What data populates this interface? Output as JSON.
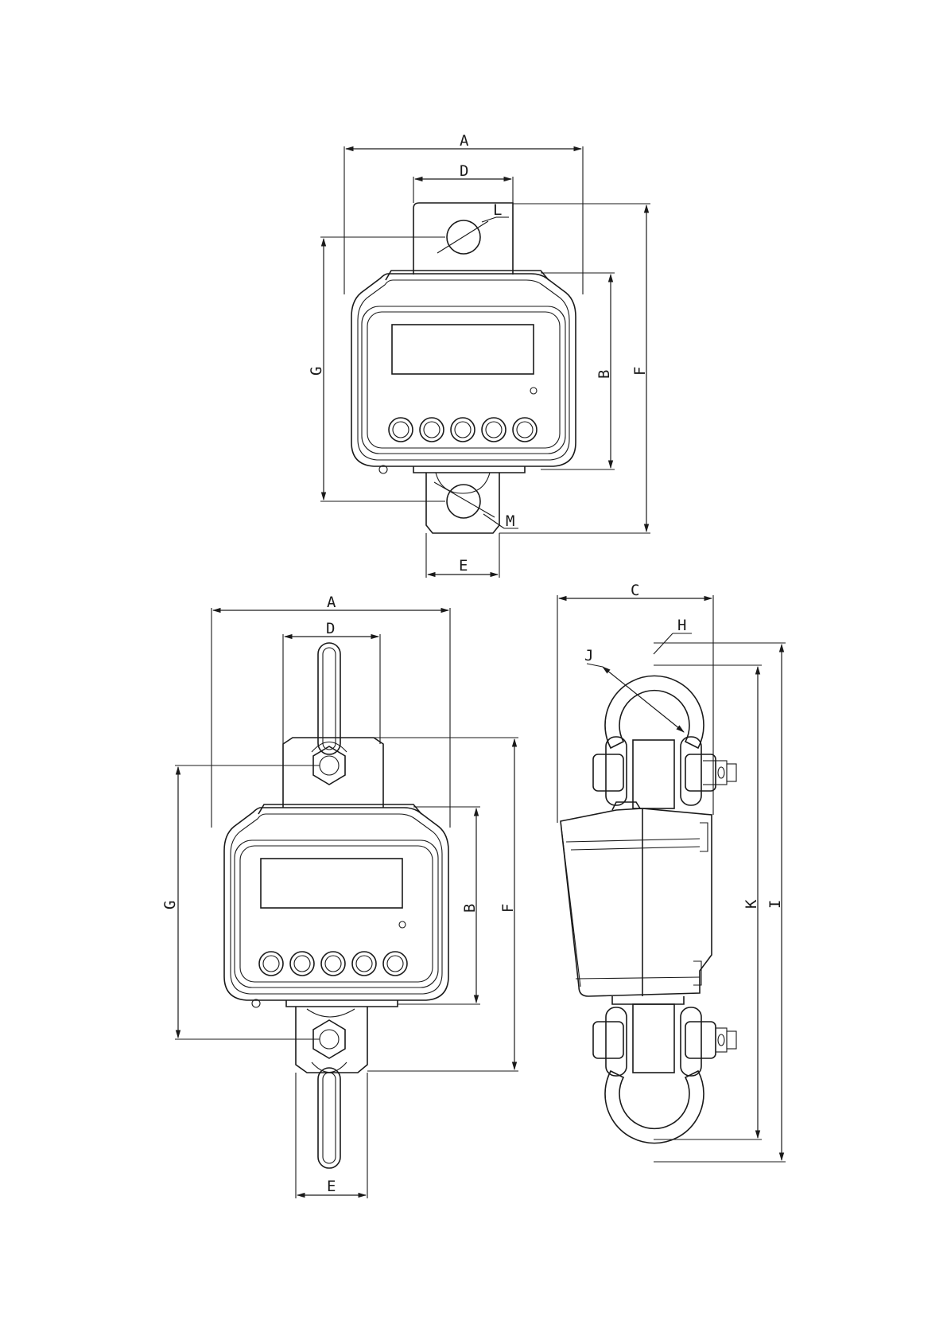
{
  "colors": {
    "line": "#1a1a1a",
    "background": "#ffffff"
  },
  "views": {
    "top": {
      "labels": {
        "A": "A",
        "D": "D",
        "L": "L",
        "G": "G",
        "B": "B",
        "F": "F",
        "M": "M",
        "E": "E"
      },
      "button_count": 5
    },
    "front": {
      "labels": {
        "A": "A",
        "D": "D",
        "G": "G",
        "B": "B",
        "F": "F",
        "E": "E"
      },
      "button_count": 5
    },
    "side": {
      "labels": {
        "C": "C",
        "H": "H",
        "J": "J",
        "K": "K",
        "I": "I"
      }
    }
  }
}
